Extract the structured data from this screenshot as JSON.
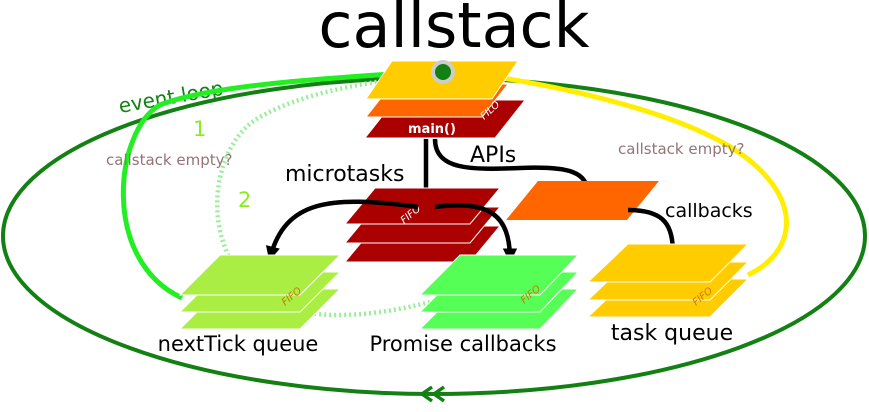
{
  "title": "callstack",
  "labels": {
    "event_loop": "event loop",
    "microtasks": "microtasks",
    "apis": "APIs",
    "callbacks": "callbacks",
    "callstack_empty_left": "callstack empty?",
    "callstack_empty_right": "callstack empty?",
    "step_1": "1",
    "step_2": "2",
    "main": "main()",
    "filo": "FILO",
    "fifo_micro": "FIFO",
    "fifo_nexttick": "FIFO",
    "fifo_promise": "FIFO",
    "fifo_task": "FIFO"
  },
  "queues": {
    "nexttick": "nextTick queue",
    "promise": "Promise callbacks",
    "task": "task queue"
  },
  "colors": {
    "loop": "#138013",
    "stack_top": "#ffcc00",
    "stack_mid": "#ff6600",
    "stack_main": "#aa0000",
    "microtask": "#aa0000",
    "api": "#ff6600",
    "nexttick": "#aaee44",
    "promise": "#55ff55",
    "task": "#ffcc00",
    "path_1": "#22ee22",
    "path_2": "#99ee99",
    "path_task": "#ffee00",
    "note": "#947474",
    "step_label": "#88ee22"
  },
  "icons": {
    "current": "green-dot-icon",
    "direction": "double-chevron-left-icon"
  }
}
